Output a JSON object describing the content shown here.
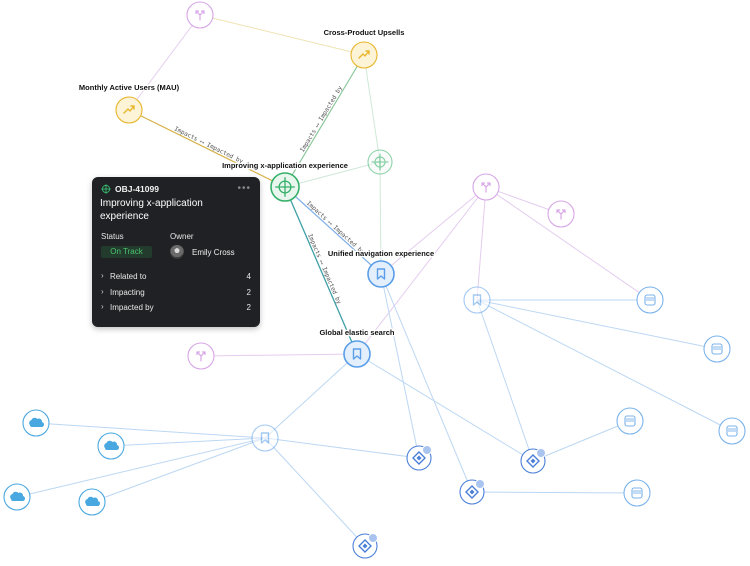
{
  "colors": {
    "objective": "#35b06a",
    "metric": "#e7b62c",
    "project": "#5a9ee8",
    "fork": "#d7a6e6",
    "salesforce": "#4aa8e0",
    "jira": "#4a7fd8",
    "intercom": "#7bb3ec",
    "card_bg": "#1f2124",
    "status_text": "#4cc46f"
  },
  "labels": {
    "mau": "Monthly Active Users (MAU)",
    "cross": "Cross-Product Upsells",
    "improving": "Improving x-application experience",
    "unified": "Unified navigation experience",
    "global": "Global elastic search"
  },
  "edge_labels": {
    "mau_edge": "Impacts ⟷ Impacted by",
    "cross_edge": "Impacts ⟷ Impacted by",
    "unified_edge": "Impacts ⟷ Impacted by",
    "global_edge": "Impacts ⟷ Impacted by"
  },
  "card": {
    "id": "OBJ-41099",
    "more": "•••",
    "title": "Improving x-application experience",
    "status_label": "Status",
    "status_value": "On Track",
    "owner_label": "Owner",
    "owner_name": "Emily Cross",
    "rows": [
      {
        "label": "Related to",
        "count": "4"
      },
      {
        "label": "Impacting",
        "count": "2"
      },
      {
        "label": "Impacted by",
        "count": "2"
      }
    ]
  }
}
